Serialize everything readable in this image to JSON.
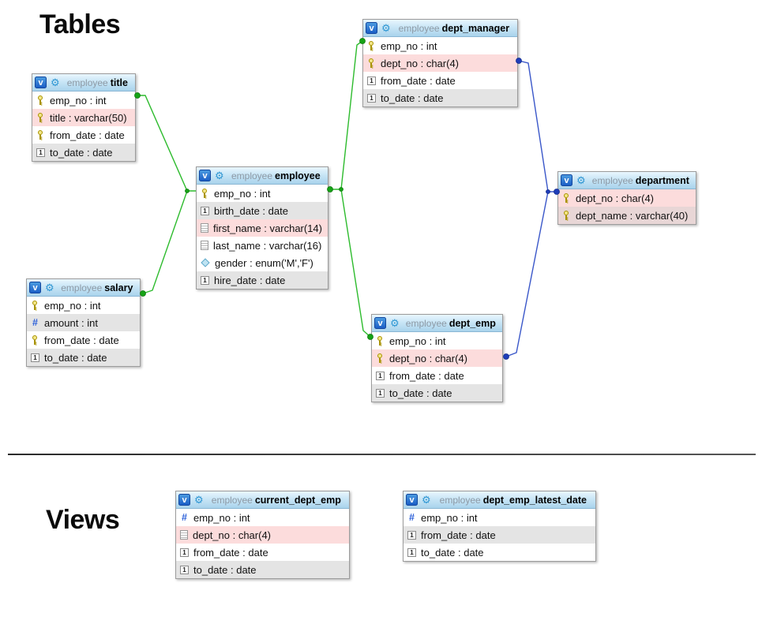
{
  "ui": {
    "badge_letter": "v",
    "tables_heading": "Tables",
    "views_heading": "Views"
  },
  "icons": {
    "gear": "⚙",
    "int": "#",
    "calendar": "1"
  },
  "colors": {
    "relationship_green": "#2dbb2d",
    "relationship_blue": "#3a57c9",
    "header_blue": "#a9d3ec",
    "row_gray": "#e4e4e4",
    "row_pink": "#fcdcdc",
    "badge_blue": "#1b5ec6"
  },
  "tables": [
    {
      "schema": "employee",
      "name": "title",
      "kind": "table",
      "columns": [
        {
          "icon": "primary-key",
          "label": "emp_no : int",
          "bg": "white"
        },
        {
          "icon": "primary-key",
          "label": "title : varchar(50)",
          "bg": "pink"
        },
        {
          "icon": "primary-key",
          "label": "from_date : date",
          "bg": "white"
        },
        {
          "icon": "date",
          "label": "to_date : date",
          "bg": "gray"
        }
      ]
    },
    {
      "schema": "employee",
      "name": "employee",
      "kind": "table",
      "columns": [
        {
          "icon": "primary-key",
          "label": "emp_no : int",
          "bg": "white"
        },
        {
          "icon": "date",
          "label": "birth_date : date",
          "bg": "gray"
        },
        {
          "icon": "text",
          "label": "first_name : varchar(14)",
          "bg": "pink"
        },
        {
          "icon": "text",
          "label": "last_name : varchar(16)",
          "bg": "white"
        },
        {
          "icon": "enum",
          "label": "gender : enum('M','F')",
          "bg": "white"
        },
        {
          "icon": "date",
          "label": "hire_date : date",
          "bg": "gray"
        }
      ]
    },
    {
      "schema": "employee",
      "name": "salary",
      "kind": "table",
      "columns": [
        {
          "icon": "primary-key",
          "label": "emp_no : int",
          "bg": "white"
        },
        {
          "icon": "int",
          "label": "amount : int",
          "bg": "gray"
        },
        {
          "icon": "primary-key",
          "label": "from_date : date",
          "bg": "white"
        },
        {
          "icon": "date",
          "label": "to_date : date",
          "bg": "gray"
        }
      ]
    },
    {
      "schema": "employee",
      "name": "dept_manager",
      "kind": "table",
      "columns": [
        {
          "icon": "primary-key",
          "label": "emp_no : int",
          "bg": "white"
        },
        {
          "icon": "primary-key",
          "label": "dept_no : char(4)",
          "bg": "pink"
        },
        {
          "icon": "date",
          "label": "from_date : date",
          "bg": "white"
        },
        {
          "icon": "date",
          "label": "to_date : date",
          "bg": "gray"
        }
      ]
    },
    {
      "schema": "employee",
      "name": "dept_emp",
      "kind": "table",
      "columns": [
        {
          "icon": "primary-key",
          "label": "emp_no : int",
          "bg": "white"
        },
        {
          "icon": "primary-key",
          "label": "dept_no : char(4)",
          "bg": "pink"
        },
        {
          "icon": "date",
          "label": "from_date : date",
          "bg": "white"
        },
        {
          "icon": "date",
          "label": "to_date : date",
          "bg": "gray"
        }
      ]
    },
    {
      "schema": "employee",
      "name": "department",
      "kind": "table",
      "columns": [
        {
          "icon": "primary-key",
          "label": "dept_no : char(4)",
          "bg": "pink"
        },
        {
          "icon": "primary-key",
          "label": "dept_name : varchar(40)",
          "bg": "pinkgray"
        }
      ]
    },
    {
      "schema": "employee",
      "name": "current_dept_emp",
      "kind": "view",
      "columns": [
        {
          "icon": "int",
          "label": "emp_no : int",
          "bg": "white"
        },
        {
          "icon": "text",
          "label": "dept_no : char(4)",
          "bg": "pink"
        },
        {
          "icon": "date",
          "label": "from_date : date",
          "bg": "white"
        },
        {
          "icon": "date",
          "label": "to_date : date",
          "bg": "gray"
        }
      ]
    },
    {
      "schema": "employee",
      "name": "dept_emp_latest_date",
      "kind": "view",
      "columns": [
        {
          "icon": "int",
          "label": "emp_no : int",
          "bg": "white"
        },
        {
          "icon": "date",
          "label": "from_date : date",
          "bg": "gray"
        },
        {
          "icon": "date",
          "label": "to_date : date",
          "bg": "white"
        }
      ]
    }
  ],
  "connections": [
    {
      "from": "title",
      "to": "employee",
      "color": "green"
    },
    {
      "from": "salary",
      "to": "employee",
      "color": "green"
    },
    {
      "from": "employee",
      "to": "dept_manager",
      "color": "green"
    },
    {
      "from": "employee",
      "to": "dept_emp",
      "color": "green"
    },
    {
      "from": "dept_manager",
      "to": "department",
      "color": "blue"
    },
    {
      "from": "dept_emp",
      "to": "department",
      "color": "blue"
    }
  ]
}
